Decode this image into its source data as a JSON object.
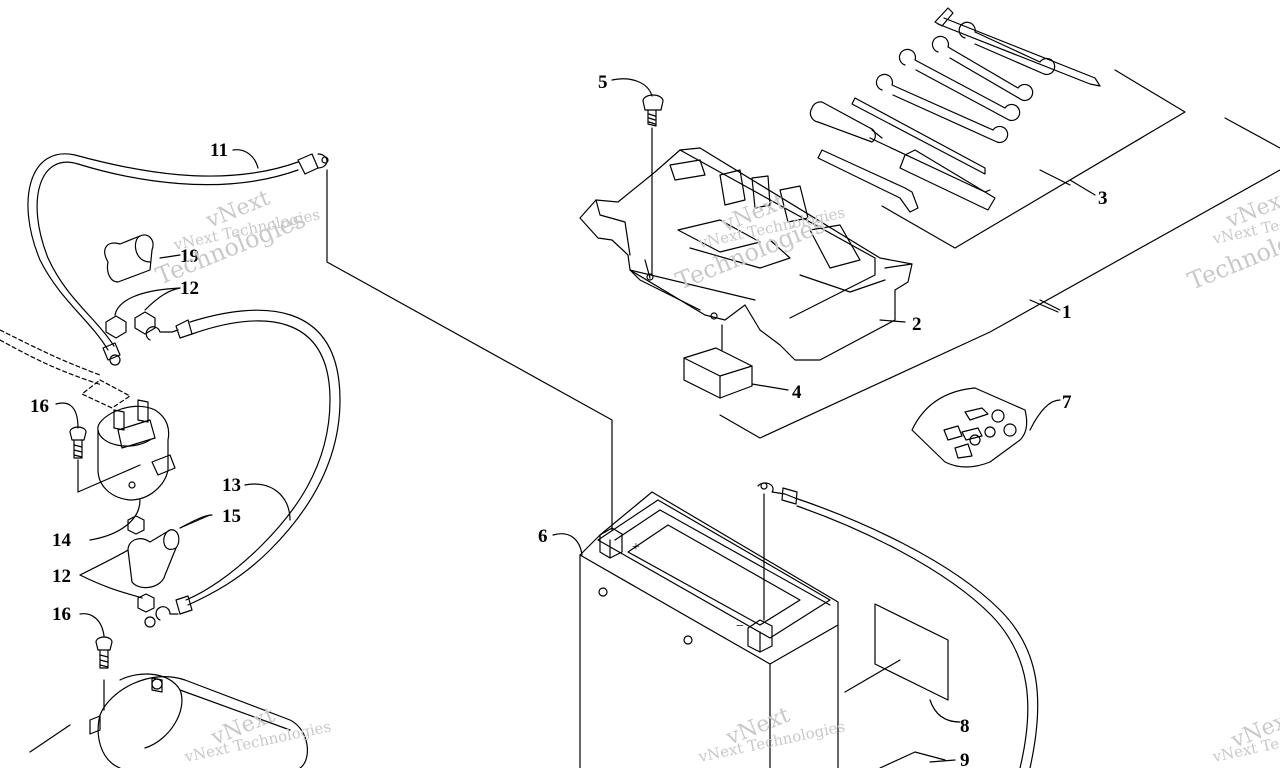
{
  "diagram": {
    "callouts": [
      {
        "id": "1",
        "label": "1"
      },
      {
        "id": "2",
        "label": "2"
      },
      {
        "id": "3",
        "label": "3"
      },
      {
        "id": "4",
        "label": "4"
      },
      {
        "id": "5",
        "label": "5"
      },
      {
        "id": "6",
        "label": "6"
      },
      {
        "id": "7",
        "label": "7"
      },
      {
        "id": "8",
        "label": "8"
      },
      {
        "id": "9",
        "label": "9"
      },
      {
        "id": "11",
        "label": "11"
      },
      {
        "id": "12a",
        "label": "12"
      },
      {
        "id": "12b",
        "label": "12"
      },
      {
        "id": "13",
        "label": "13"
      },
      {
        "id": "14",
        "label": "14"
      },
      {
        "id": "15",
        "label": "15"
      },
      {
        "id": "16a",
        "label": "16"
      },
      {
        "id": "16b",
        "label": "16"
      },
      {
        "id": "19",
        "label": "19"
      }
    ],
    "battery_markings": {
      "positive": "+",
      "negative": "−"
    },
    "watermark": {
      "line1": "vNext",
      "line2": "Technologies",
      "full": "vNext Technologies"
    }
  }
}
